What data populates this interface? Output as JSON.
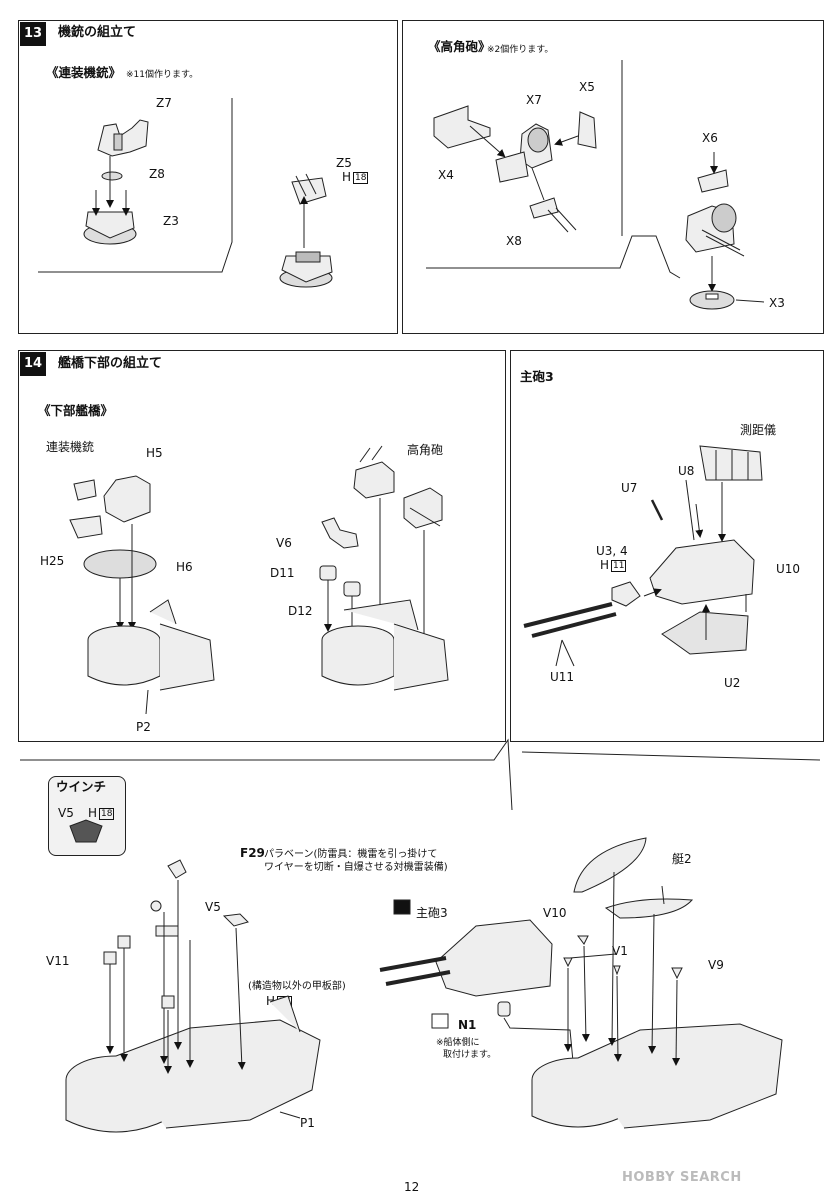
{
  "step13": {
    "number": "13",
    "title": "機銃の組立て",
    "twin_mg": {
      "title": "《連装機銃》",
      "note": "※11個作ります。"
    },
    "ha_gun": {
      "title": "《高角砲》",
      "note": "※2個作ります。"
    },
    "labels": {
      "z7": "Z7",
      "z8": "Z8",
      "z3": "Z3",
      "z5": "Z5",
      "h": "H",
      "h_num": "18",
      "x4": "X4",
      "x7": "X7",
      "x5": "X5",
      "x8": "X8",
      "x6": "X6",
      "x3": "X3"
    }
  },
  "step14": {
    "number": "14",
    "title": "艦橋下部の組立て",
    "lower_bridge": {
      "title": "《下部艦橋》"
    },
    "labels": {
      "twin_mg": "連装機銃",
      "h5": "H5",
      "h25": "H25",
      "h6": "H6",
      "p2": "P2",
      "ha_gun": "高角砲",
      "v6": "V6",
      "d11": "D11",
      "d12": "D12"
    },
    "main_gun3": {
      "title": "主砲3",
      "labels": {
        "rangefinder": "測距儀",
        "u8": "U8",
        "u7": "U7",
        "u34": "U3, 4",
        "h": "H",
        "h_num": "11",
        "u10": "U10",
        "u11": "U11",
        "u2": "U2"
      }
    }
  },
  "bottom": {
    "winch": {
      "title": "ウインチ",
      "v5": "V5",
      "h": "H",
      "h_num": "18"
    },
    "f29": "F29",
    "f29_line1": "パラベーン(防雷具：機雷を引っ掛けて",
    "f29_line2": "ワイヤーを切断・自爆させる対機雷装備)",
    "v5": "V5",
    "v11": "V11",
    "deck_note": "(構造物以外の甲板部)",
    "h": "H",
    "h_num": "27",
    "p1": "P1",
    "main_gun3": "主砲3",
    "n1": "N1",
    "n1_note1": "※船体側に",
    "n1_note2": "取付けます。",
    "boat2": "艇2",
    "v10": "V10",
    "v1": "V1",
    "v9": "V9"
  },
  "page_number": "12",
  "watermark": "HOBBY SEARCH"
}
